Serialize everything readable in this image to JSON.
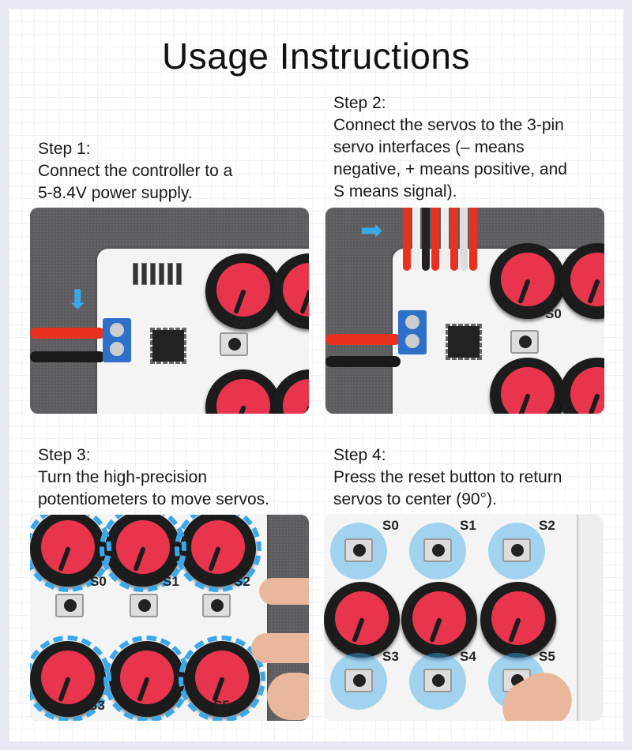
{
  "title": "Usage Instructions",
  "steps": [
    {
      "heading": "Step 1:",
      "lines": [
        "Connect the controller to a",
        "5-8.4V power supply."
      ]
    },
    {
      "heading": "Step 2:",
      "lines": [
        "Connect the servos to the 3-pin",
        "servo interfaces (– means",
        "negative, + means positive, and",
        "S means signal)."
      ]
    },
    {
      "heading": "Step 3:",
      "lines": [
        "Turn the high-precision",
        "potentiometers to move servos."
      ]
    },
    {
      "heading": "Step 4:",
      "lines": [
        "Press the reset button to return",
        "servos to center (90°)."
      ]
    }
  ],
  "photo_labels": {
    "s0": "S0",
    "s1": "S1",
    "s2": "S2",
    "s3": "S3",
    "s4": "S4",
    "s5": "S5"
  },
  "colors": {
    "knob": "#e8344d",
    "arrow": "#3aa9ec",
    "terminal": "#2d6fc9"
  }
}
